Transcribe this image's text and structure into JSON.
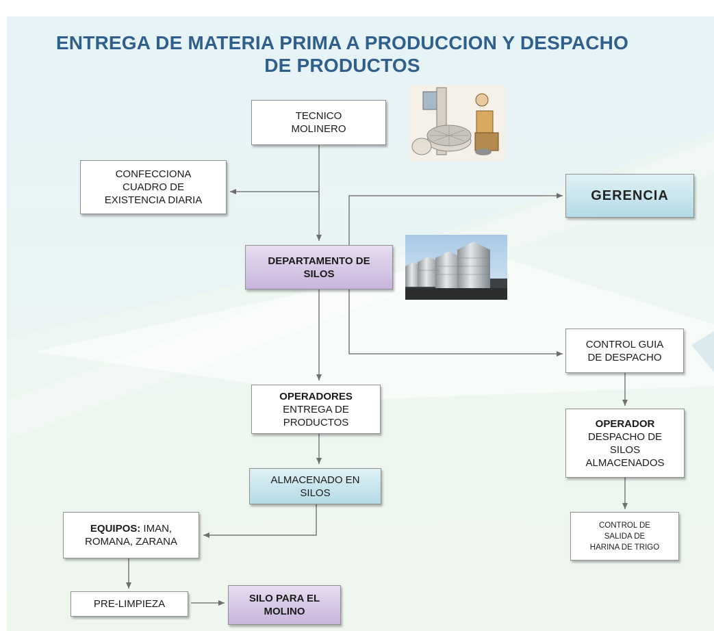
{
  "title": {
    "line1": "ENTREGA DE MATERIA PRIMA A PRODUCCION Y DESPACHO",
    "line2": "DE PRODUCTOS"
  },
  "colors": {
    "title": "#2f5f8a",
    "purple_box": "#c9b5dc",
    "blue_box": "#b5dbe6",
    "connector": "#7a7a7a"
  },
  "nodes": {
    "tecnico": [
      "TECNICO",
      "MOLINERO"
    ],
    "confecciona": [
      "CONFECCIONA",
      "CUADRO DE",
      "EXISTENCIA DIARIA"
    ],
    "gerencia": "GERENCIA",
    "departamento": [
      "DEPARTAMENTO DE",
      "SILOS"
    ],
    "control_guia": [
      "CONTROL GUIA",
      "DE DESPACHO"
    ],
    "operadores": {
      "bold": "OPERADORES",
      "lines": [
        "ENTREGA DE",
        "PRODUCTOS"
      ]
    },
    "operador": {
      "bold": "OPERADOR",
      "lines": [
        "DESPACHO DE",
        "SILOS",
        "ALMACENADOS"
      ]
    },
    "almacenado": [
      "ALMACENADO EN",
      "SILOS"
    ],
    "control_salida": [
      "CONTROL DE",
      "SALIDA DE",
      "HARINA DE TRIGO"
    ],
    "equipos": {
      "bold": "EQUIPOS:",
      "rest": " IMAN,",
      "line2": "ROMANA, ZARANA"
    },
    "prelimpieza": "PRE-LIMPIEZA",
    "silo_molino": [
      "SILO PARA EL",
      "MOLINO"
    ]
  },
  "images": {
    "mill": "illustration-mill-worker",
    "silos": "photo-grain-silos"
  }
}
